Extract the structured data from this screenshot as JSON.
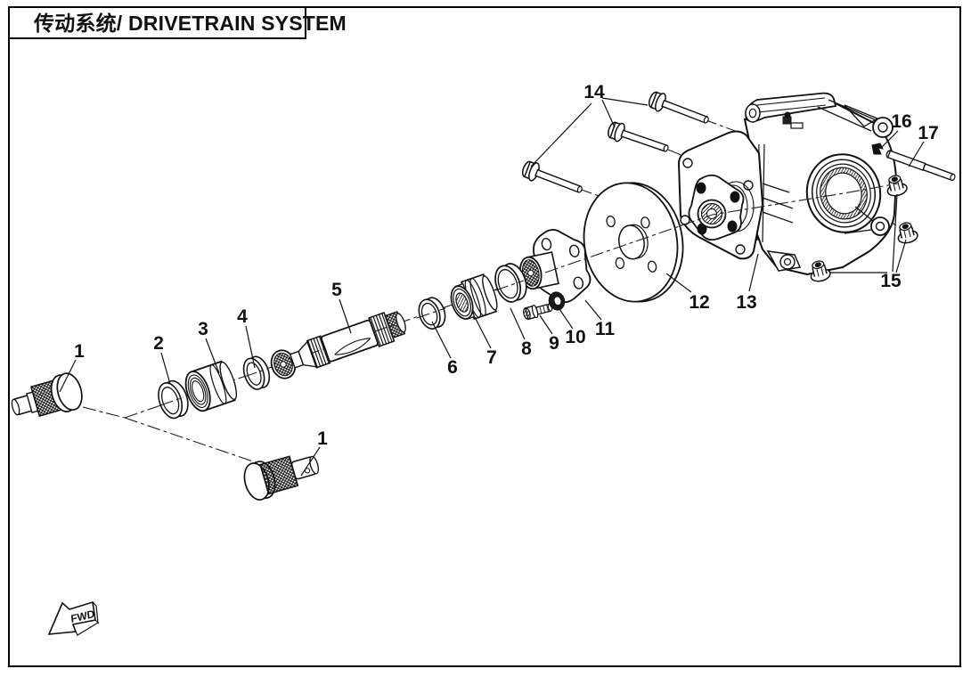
{
  "header": {
    "title": "传动系统/ DRIVETRAIN SYSTEM"
  },
  "diagram": {
    "fwd_label": "FWD",
    "callouts": [
      {
        "ref": "1"
      },
      {
        "ref": "2"
      },
      {
        "ref": "3"
      },
      {
        "ref": "4"
      },
      {
        "ref": "5"
      },
      {
        "ref": "6"
      },
      {
        "ref": "7"
      },
      {
        "ref": "8"
      },
      {
        "ref": "9"
      },
      {
        "ref": "10"
      },
      {
        "ref": "11"
      },
      {
        "ref": "1"
      },
      {
        "ref": "12"
      },
      {
        "ref": "13"
      },
      {
        "ref": "14"
      },
      {
        "ref": "15"
      },
      {
        "ref": "16"
      },
      {
        "ref": "17"
      }
    ]
  }
}
